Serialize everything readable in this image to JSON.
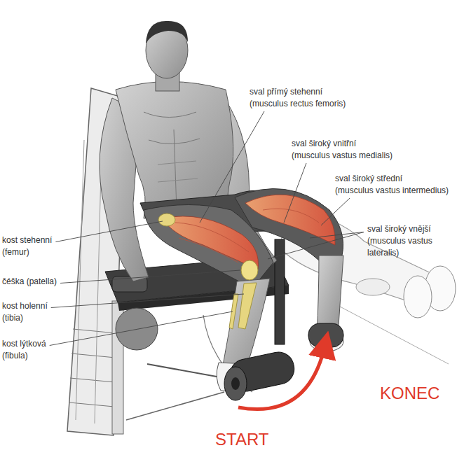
{
  "diagram": {
    "labels": [
      "sval přímý stehenní",
      "(musculus rectus femoris)",
      "sval široký vnitřní",
      "(musculus vastus medialis)",
      "sval široký střední",
      "(musculus vastus intermedius)",
      "sval široký vnější",
      "(musculus vastus",
      "lateralis)",
      "kost stehenní",
      "(femur)",
      "čéška (patella)",
      "kost holenní",
      "(tibia)",
      "kost lýtková",
      "(fibula)",
      "START",
      "KONEC"
    ]
  }
}
